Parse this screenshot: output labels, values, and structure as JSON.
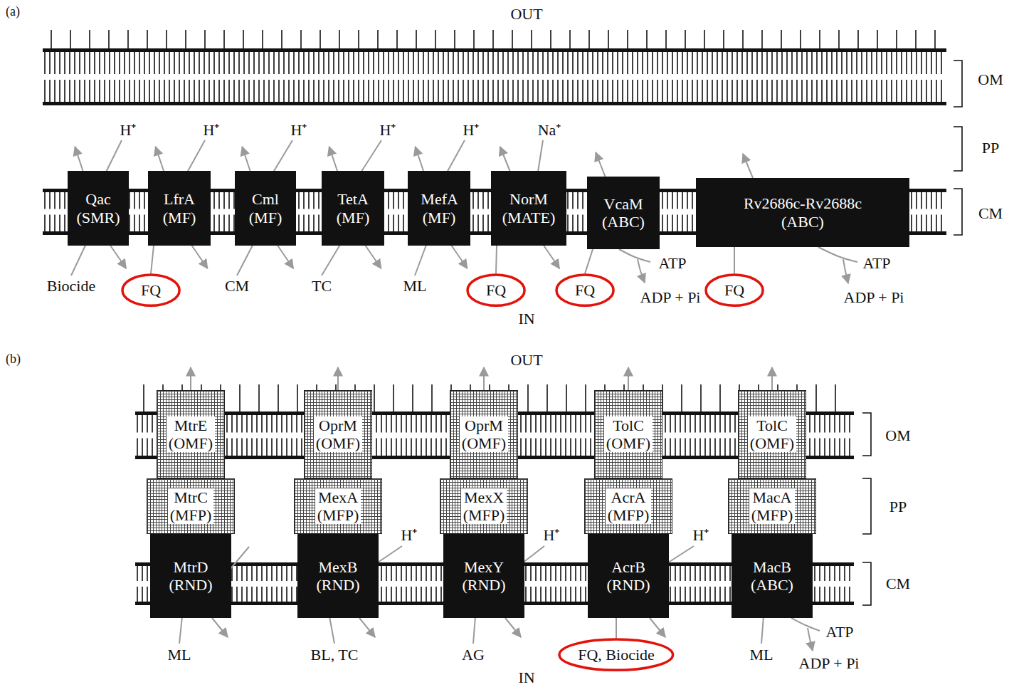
{
  "diagram": {
    "nodes": [
      {
        "text": [
          "Qac (SMR)"
        ]
      },
      {
        "text": [
          "LfrA (MF)"
        ]
      },
      {
        "text": [
          "Cml (MF)"
        ]
      },
      {
        "text": [
          "TetA (MF)"
        ]
      },
      {
        "text": [
          "MefA (MF)"
        ]
      },
      {
        "text": [
          "NorM (MATE)"
        ]
      },
      {
        "text": [
          "VcaM (ABC)"
        ]
      },
      {
        "text": [
          "Rv2686c-Rv2688c (ABC)"
        ]
      },
      {
        "text": [
          "FQ"
        ]
      },
      {
        "text": [
          "FQ"
        ]
      },
      {
        "text": [
          "FQ"
        ]
      },
      {
        "text": [
          "FQ"
        ]
      },
      {
        "text": [
          "MtrE (OMF)"
        ]
      },
      {
        "text": [
          "OprM (OMF)"
        ]
      },
      {
        "text": [
          "OprM (OMF)"
        ]
      },
      {
        "text": [
          "TolC (OMF)"
        ]
      },
      {
        "text": [
          "TolC (OMF)"
        ]
      },
      {
        "text": [
          "MtrC (MFP)"
        ]
      },
      {
        "text": [
          "MexA (MFP)"
        ]
      },
      {
        "text": [
          "MexX (MFP)"
        ]
      },
      {
        "text": [
          "AcrA (MFP)"
        ]
      },
      {
        "text": [
          "MacA (MFP)"
        ]
      },
      {
        "text": [
          "MtrD (RND)"
        ]
      },
      {
        "text": [
          "MexB (RND)"
        ]
      },
      {
        "text": [
          "MexY (RND)"
        ]
      },
      {
        "text": [
          "AcrB (RND)"
        ]
      },
      {
        "text": [
          "MacB (ABC)"
        ]
      },
      {
        "text": [
          "FQ, Biocide"
        ]
      }
    ],
    "edges": [
      {
        "from": 8,
        "to": 1,
        "arrow": "none"
      },
      {
        "from": 9,
        "to": 5,
        "arrow": "none"
      },
      {
        "from": 10,
        "to": 6,
        "arrow": "none"
      },
      {
        "from": 11,
        "to": 7,
        "arrow": "none"
      },
      {
        "from": 27,
        "to": 25,
        "arrow": "none"
      }
    ],
    "labels": [
      "(a)",
      "OUT",
      "OM",
      "H⁺",
      "H⁺",
      "H⁺",
      "H⁺",
      "H⁺",
      "Na⁺",
      "PP",
      "CM",
      "ATP",
      "ATP",
      "Biocide",
      "CM",
      "TC",
      "ML",
      "ADP + Pi",
      "ADP + Pi",
      "IN",
      "(b)",
      "OUT",
      "OM",
      "PP",
      "H⁺",
      "H⁺",
      "H⁺",
      "CM",
      "ATP",
      "ML",
      "BL, TC",
      "AG",
      "ML",
      "ADP + Pi",
      "IN"
    ]
  }
}
